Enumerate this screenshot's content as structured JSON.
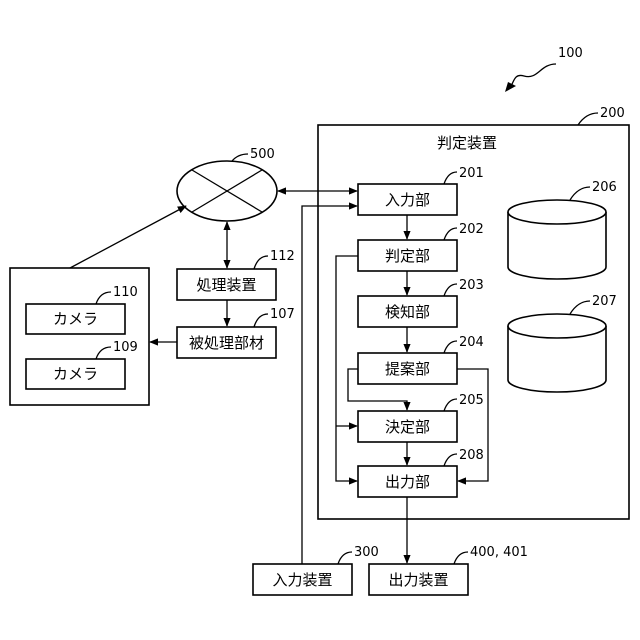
{
  "system_ref": "100",
  "judgment_device": {
    "title": "判定装置",
    "ref": "200"
  },
  "units": {
    "input": {
      "label": "入力部",
      "ref": "201"
    },
    "judge": {
      "label": "判定部",
      "ref": "202"
    },
    "detect": {
      "label": "検知部",
      "ref": "203"
    },
    "propose": {
      "label": "提案部",
      "ref": "204"
    },
    "decide": {
      "label": "決定部",
      "ref": "205"
    },
    "output": {
      "label": "出力部",
      "ref": "208"
    }
  },
  "storages": [
    {
      "ref": "206"
    },
    {
      "ref": "207"
    }
  ],
  "network": {
    "ref": "500"
  },
  "processing_device": {
    "label": "処理装置",
    "ref": "112"
  },
  "workpiece": {
    "label": "被処理部材",
    "ref": "107"
  },
  "cameras": [
    {
      "label": "カメラ",
      "ref": "110"
    },
    {
      "label": "カメラ",
      "ref": "109"
    }
  ],
  "input_device": {
    "label": "入力装置",
    "ref": "300"
  },
  "output_device": {
    "label": "出力装置",
    "ref": "400, 401"
  }
}
